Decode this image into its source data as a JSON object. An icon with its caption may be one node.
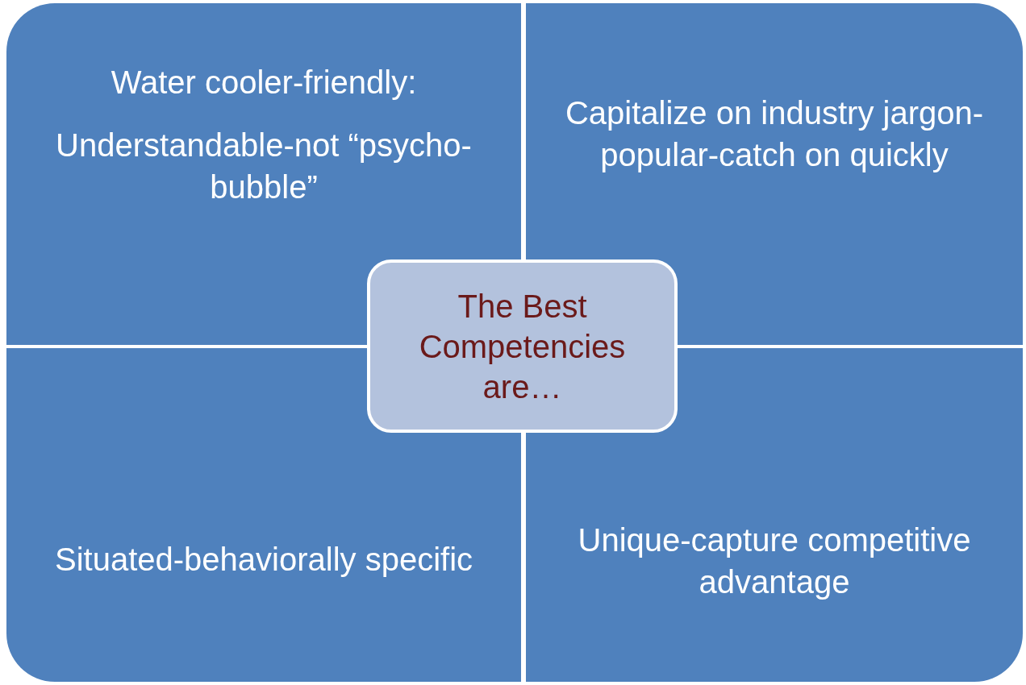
{
  "diagram": {
    "nodes": [
      {
        "text": [
          "Water cooler-friendly:",
          "Understandable-not “psycho-bubble”"
        ]
      },
      {
        "text": [
          "Capitalize on industry jargon-popular-catch on quickly"
        ]
      },
      {
        "text": [
          "Situated-behaviorally specific"
        ]
      },
      {
        "text": [
          "Unique-capture competitive advantage"
        ]
      },
      {
        "text": [
          "The Best Competencies are…"
        ]
      }
    ]
  }
}
